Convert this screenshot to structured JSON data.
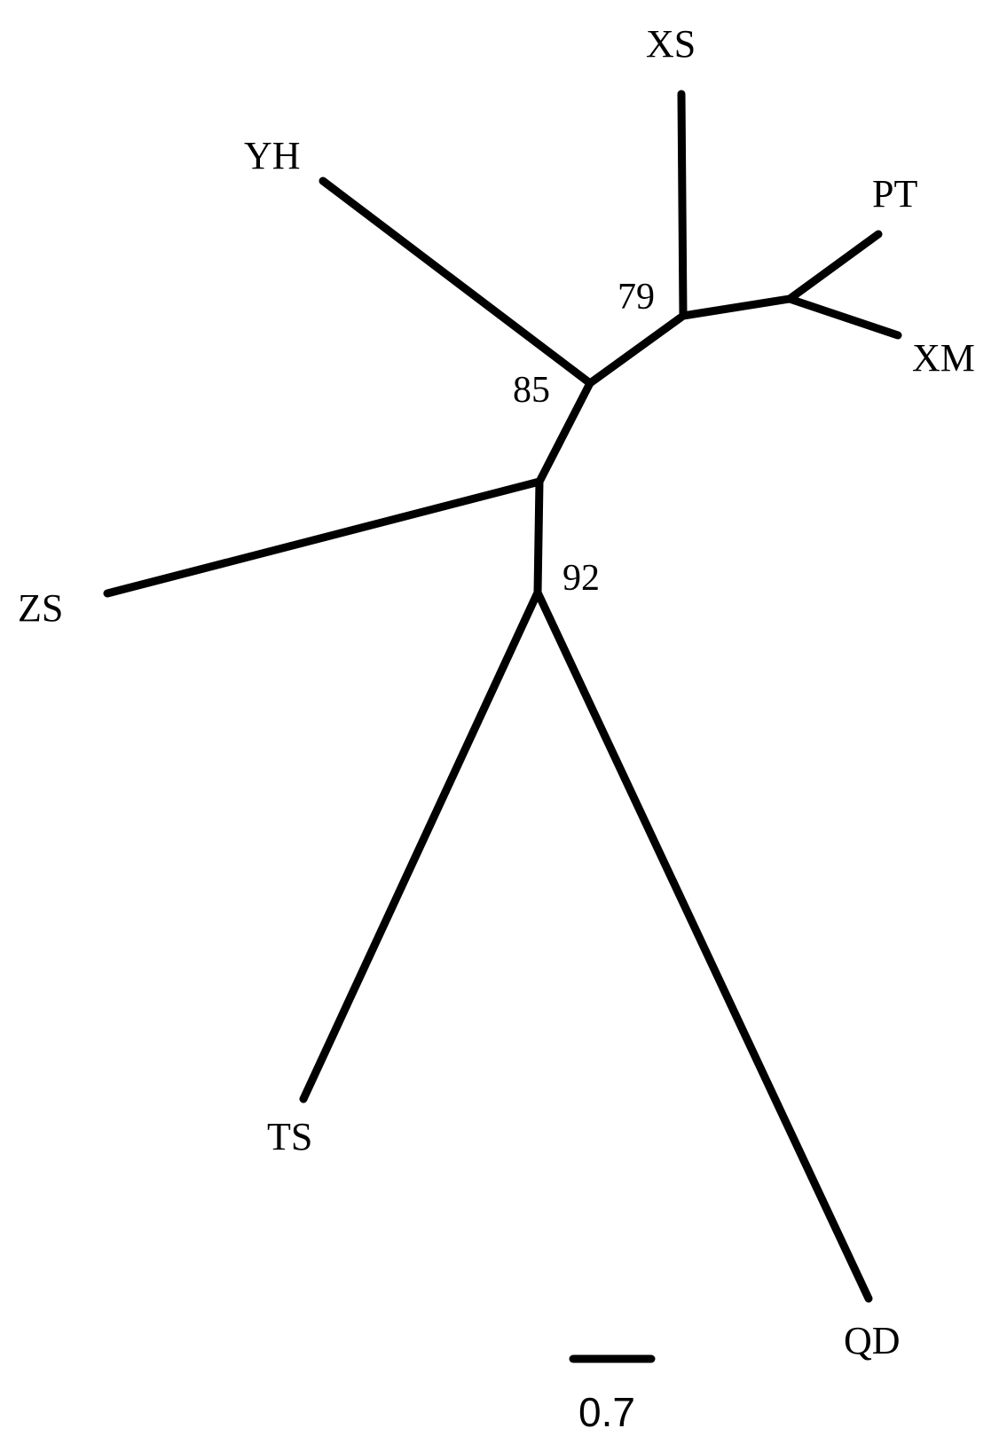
{
  "tree": {
    "taxa": {
      "xs": "XS",
      "yh": "YH",
      "pt": "PT",
      "xm": "XM",
      "zs": "ZS",
      "ts": "TS",
      "qd": "QD"
    },
    "support": {
      "node_xs": "79",
      "node_yh": "85",
      "node_qd_ts": "92"
    },
    "scale_bar": {
      "label": "0.7",
      "value": 0.7
    },
    "topology": "(((XS,(PT,XM))79,YH)85,ZS,(TS,QD)92)"
  }
}
